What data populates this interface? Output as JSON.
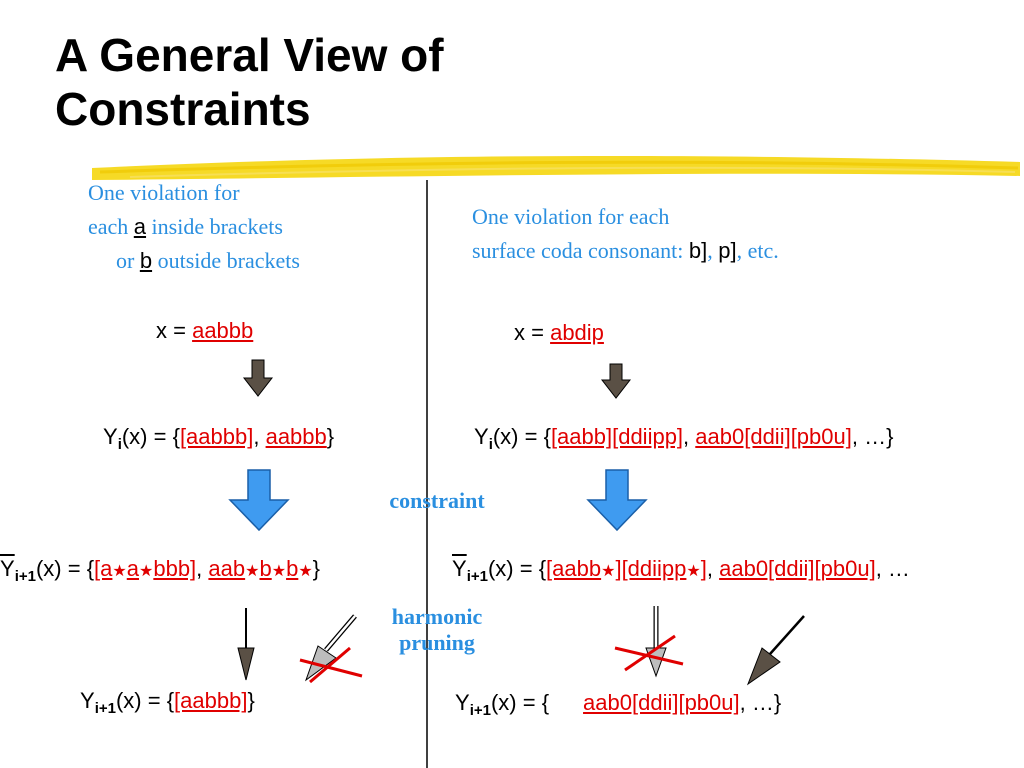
{
  "slide": {
    "title_line1": "A General View of",
    "title_line2": "Constraints"
  },
  "left": {
    "desc": [
      "One violation for",
      "each ",
      "a",
      " inside brackets",
      "or ",
      "b",
      " outside brackets"
    ],
    "input_label": "x = ",
    "input_value": "aabbb",
    "gen": {
      "pre": "Y",
      "sub": "i",
      "mid": "(x) = {",
      "c1": "[aabbb]",
      "sep": ", ",
      "c2": "aabbb",
      "end": "}"
    },
    "marked": {
      "pre": "Y",
      "sub": "i+1",
      "mid": "(x) = {",
      "p1": "[a",
      "p2": "a",
      "p3": "bbb]",
      "sep": ", ",
      "q1": "aab",
      "q2": "b",
      "q3": "b",
      "end": "}"
    },
    "result": {
      "pre": "Y",
      "sub": "i+1",
      "mid": "(x) = {",
      "c1": "[aabbb]",
      "end": "}"
    }
  },
  "right": {
    "desc": [
      "One violation for each",
      "surface coda consonant: ",
      "b]",
      ", ",
      "p]",
      ", etc."
    ],
    "input_label": "x = ",
    "input_value": "abdip",
    "gen": {
      "pre": "Y",
      "sub": "i",
      "mid": "(x) = {",
      "c1": "[aabb][ddiipp]",
      "sep": ", ",
      "c2": "aab0[ddii][pb0u]",
      "end": ", …}"
    },
    "marked": {
      "pre": "Y",
      "sub": "i+1",
      "mid": "(x) = {",
      "p1": "[aabb",
      "p2": "][ddiipp",
      "p3": "]",
      "sep": ", ",
      "c2": "aab0[ddii][pb0u]",
      "end": ", …"
    },
    "result": {
      "pre": "Y",
      "sub": "i+1",
      "mid": "(x) = {",
      "c2": "aab0[ddii][pb0u]",
      "end": ", …}"
    }
  },
  "labels": {
    "constraint": "constraint",
    "harmonic_1": "harmonic",
    "harmonic_2": "pruning"
  },
  "symbols": {
    "star": "★"
  },
  "colors": {
    "blue_text": "#2a8fe0",
    "red": "#e00000",
    "arrow_gray": "#5a5045",
    "arrow_blue": "#3f9bf0",
    "highlight": "#f5d400"
  }
}
